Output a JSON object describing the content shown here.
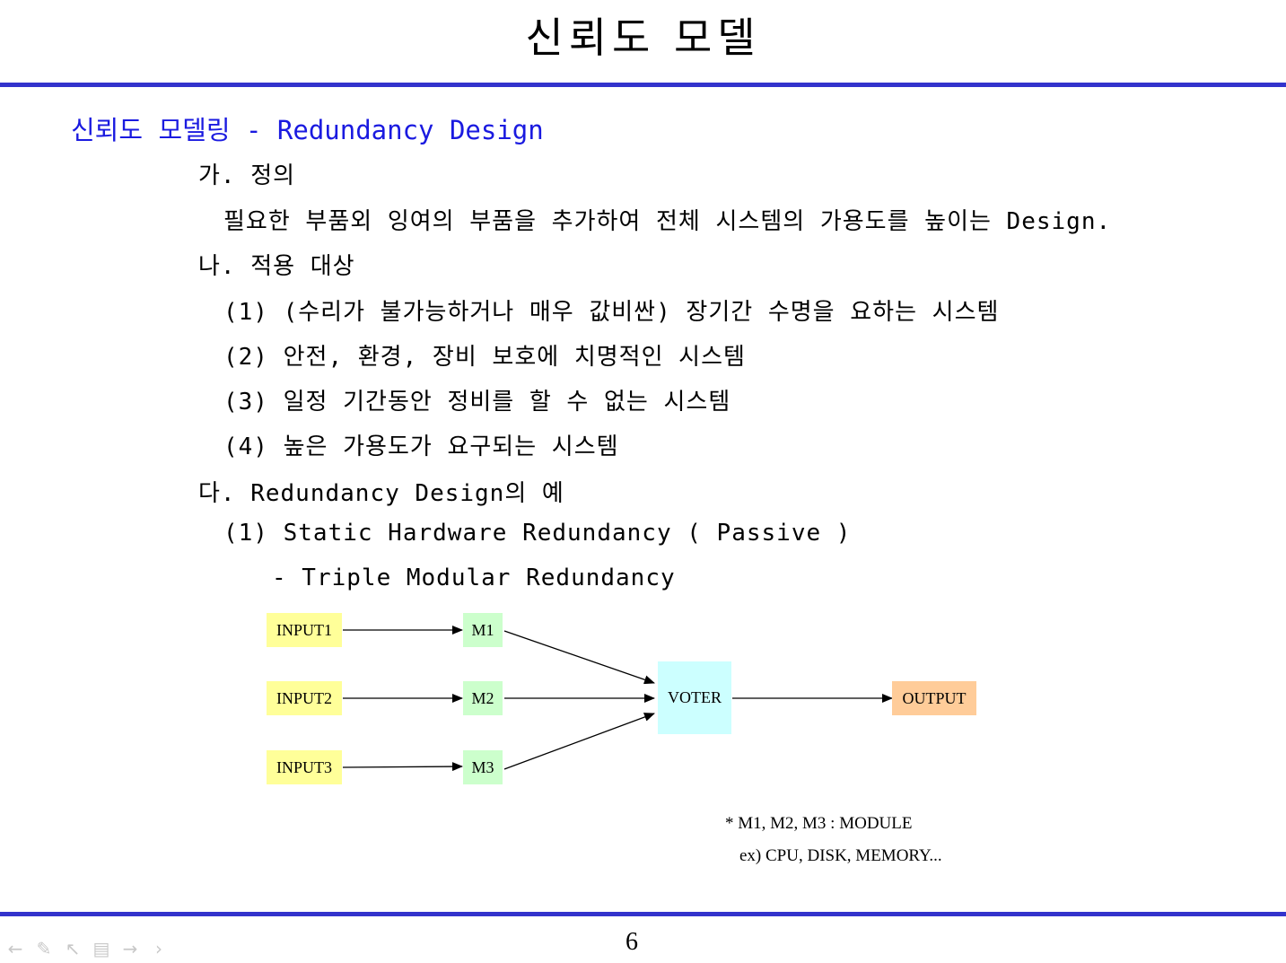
{
  "slide": {
    "title": "신뢰도 모델",
    "subtitle": "신뢰도 모델링 - Redundancy Design",
    "page_number": "6"
  },
  "content": {
    "section_a_heading": "가. 정의",
    "section_a_text": "필요한 부품외 잉여의 부품을 추가하여 전체 시스템의 가용도를 높이는 Design.",
    "section_b_heading": "나. 적용 대상",
    "section_b_items": [
      "(1) (수리가 불가능하거나 매우 값비싼) 장기간 수명을 요하는 시스템",
      "(2) 안전, 환경, 장비 보호에 치명적인 시스템",
      "(3) 일정 기간동안 정비를 할 수 없는 시스템",
      "(4) 높은 가용도가 요구되는 시스템"
    ],
    "section_c_heading": "다. Redundancy Design의 예",
    "section_c_item": "(1) Static Hardware Redundancy ( Passive )",
    "section_c_subitem": "- Triple Modular Redundancy"
  },
  "diagram": {
    "inputs": [
      "INPUT1",
      "INPUT2",
      "INPUT3"
    ],
    "modules": [
      "M1",
      "M2",
      "M3"
    ],
    "voter": "VOTER",
    "output": "OUTPUT",
    "note_line1": "* M1, M2, M3 : MODULE",
    "note_line2": "ex) CPU, DISK, MEMORY...",
    "colors": {
      "input": "#ffff99",
      "module": "#ccffcc",
      "voter": "#ccffff",
      "output": "#ffcc99",
      "rule": "#3333cc",
      "subtitle": "#1a1ae0"
    }
  },
  "navbar": {
    "icons": [
      "arrow-left-icon",
      "pen-icon",
      "pointer-icon",
      "page-icon",
      "arrow-right-icon",
      "chevron-right-icon"
    ]
  }
}
